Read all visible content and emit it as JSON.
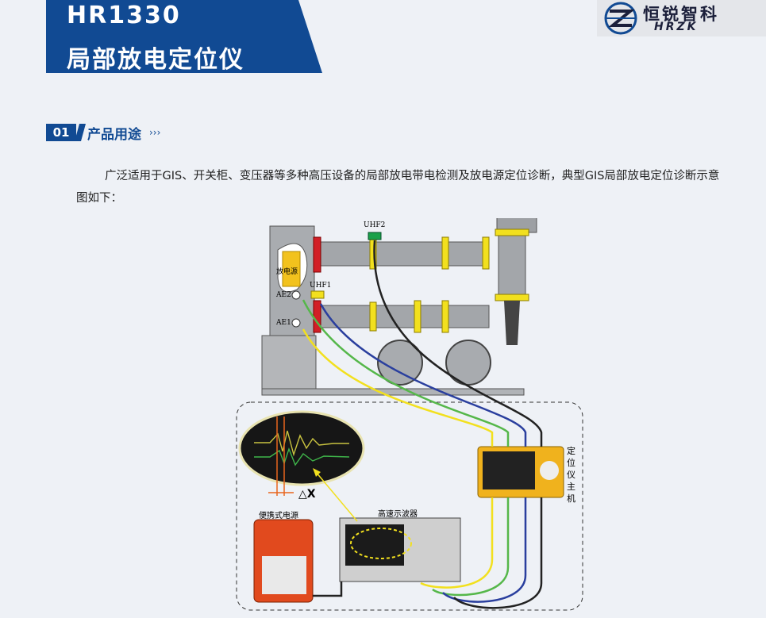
{
  "header": {
    "model": "HR1330",
    "product_name": "局部放电定位仪"
  },
  "logo": {
    "brand_cn": "恒锐智科",
    "brand_en": "HRZK"
  },
  "section": {
    "number": "01",
    "title": "产品用途",
    "arrows": "›››"
  },
  "description": "广泛适用于GIS、开关柜、变压器等多种高压设备的局部放电带电检测及放电源定位诊断，典型GIS局部放电定位诊断示意图如下：",
  "diagram": {
    "labels": {
      "discharge_source": "放电源",
      "ae2": "AE2",
      "ae1": "AE1",
      "uhf1": "UHF1",
      "uhf2": "UHF2",
      "host": "定位仪主机",
      "oscilloscope": "高速示波器",
      "power": "便携式电源",
      "delta_x": "△X"
    },
    "colors": {
      "yellow": "#f2e01e",
      "green": "#55b74a",
      "blue": "#2a3f9e",
      "black": "#222222",
      "brand": "#114a93"
    }
  }
}
